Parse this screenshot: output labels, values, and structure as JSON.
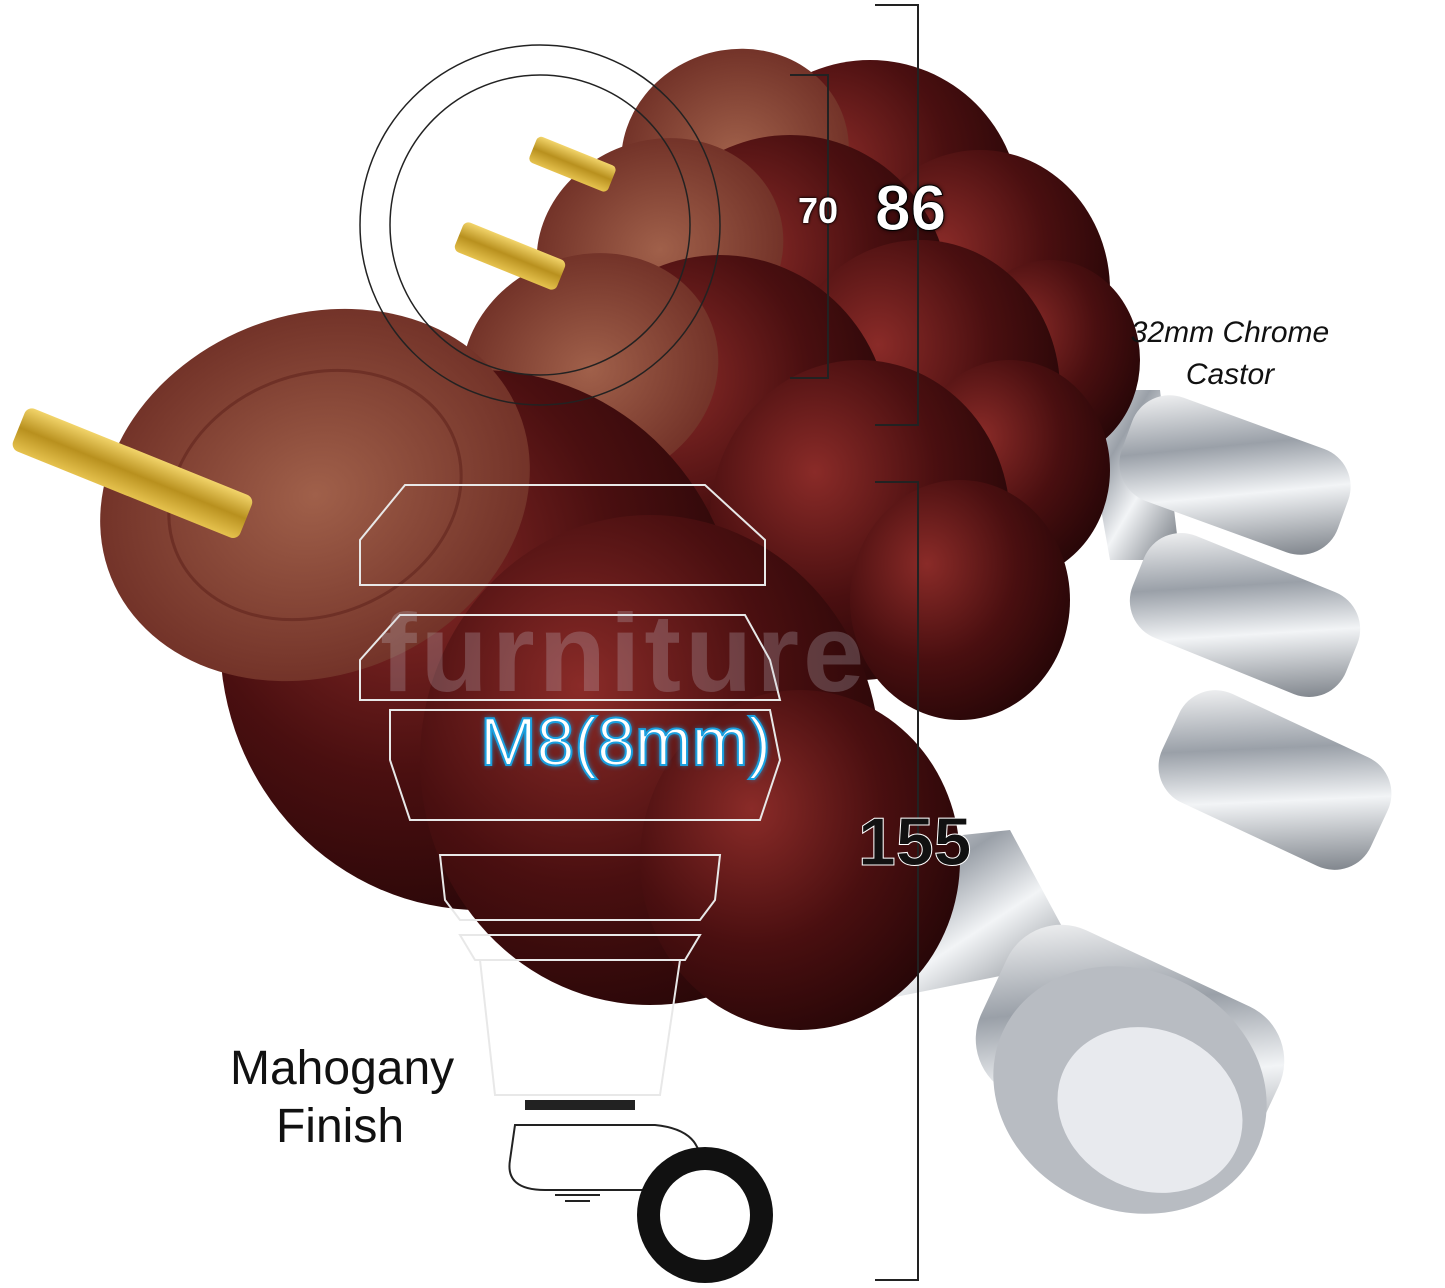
{
  "product": {
    "castor_label_line1": "32mm Chrome",
    "castor_label_line2": "Castor",
    "finish_label_line1": "Mahogany",
    "finish_label_line2": "Finish",
    "thread_label": "M8(8mm)",
    "dim_inner_diameter": "70",
    "dim_outer_diameter": "86",
    "dim_height": "155"
  },
  "colors": {
    "wood": "#4a0f10",
    "wood_highlight": "#7a2a25",
    "wood_top": "#8a4a3a",
    "brass": "#c9a227",
    "chrome": "#cfd3d8",
    "thread_label_glow": "#1aa0e0"
  }
}
